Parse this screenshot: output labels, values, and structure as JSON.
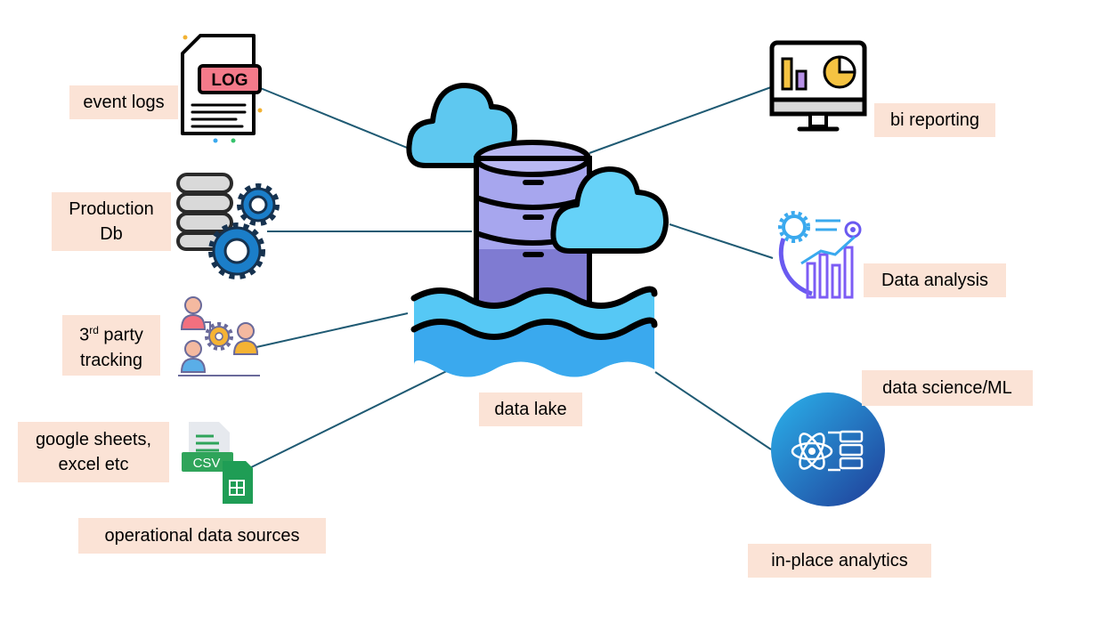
{
  "center": {
    "label": "data lake"
  },
  "sources": {
    "event_logs": {
      "label": "event logs",
      "icon": "log-file-icon",
      "badge": "LOG"
    },
    "production_db": {
      "line1": "Production",
      "line2": "Db",
      "icon": "database-gears-icon"
    },
    "third_party": {
      "prefix": "3",
      "sup": "rd",
      "rest": " party",
      "line2": "tracking",
      "icon": "people-gear-icon"
    },
    "sheets": {
      "line1": "google sheets,",
      "line2": "excel etc",
      "icon": "spreadsheet-csv-icon",
      "badge": "CSV"
    },
    "group": {
      "label": "operational data sources"
    }
  },
  "consumers": {
    "bi": {
      "label": "bi reporting",
      "icon": "monitor-chart-icon"
    },
    "analysis": {
      "label": "Data analysis",
      "icon": "analytics-gear-icon"
    },
    "ml": {
      "label": "data science/ML",
      "icon": "atom-server-icon"
    },
    "group": {
      "label": "in-place analytics"
    }
  },
  "colors": {
    "line": "#1f5a73",
    "label_bg": "#fbe3d6",
    "cloud": "#5ec8f0",
    "db": "#8e8ce0",
    "water": "#38b6f0"
  }
}
